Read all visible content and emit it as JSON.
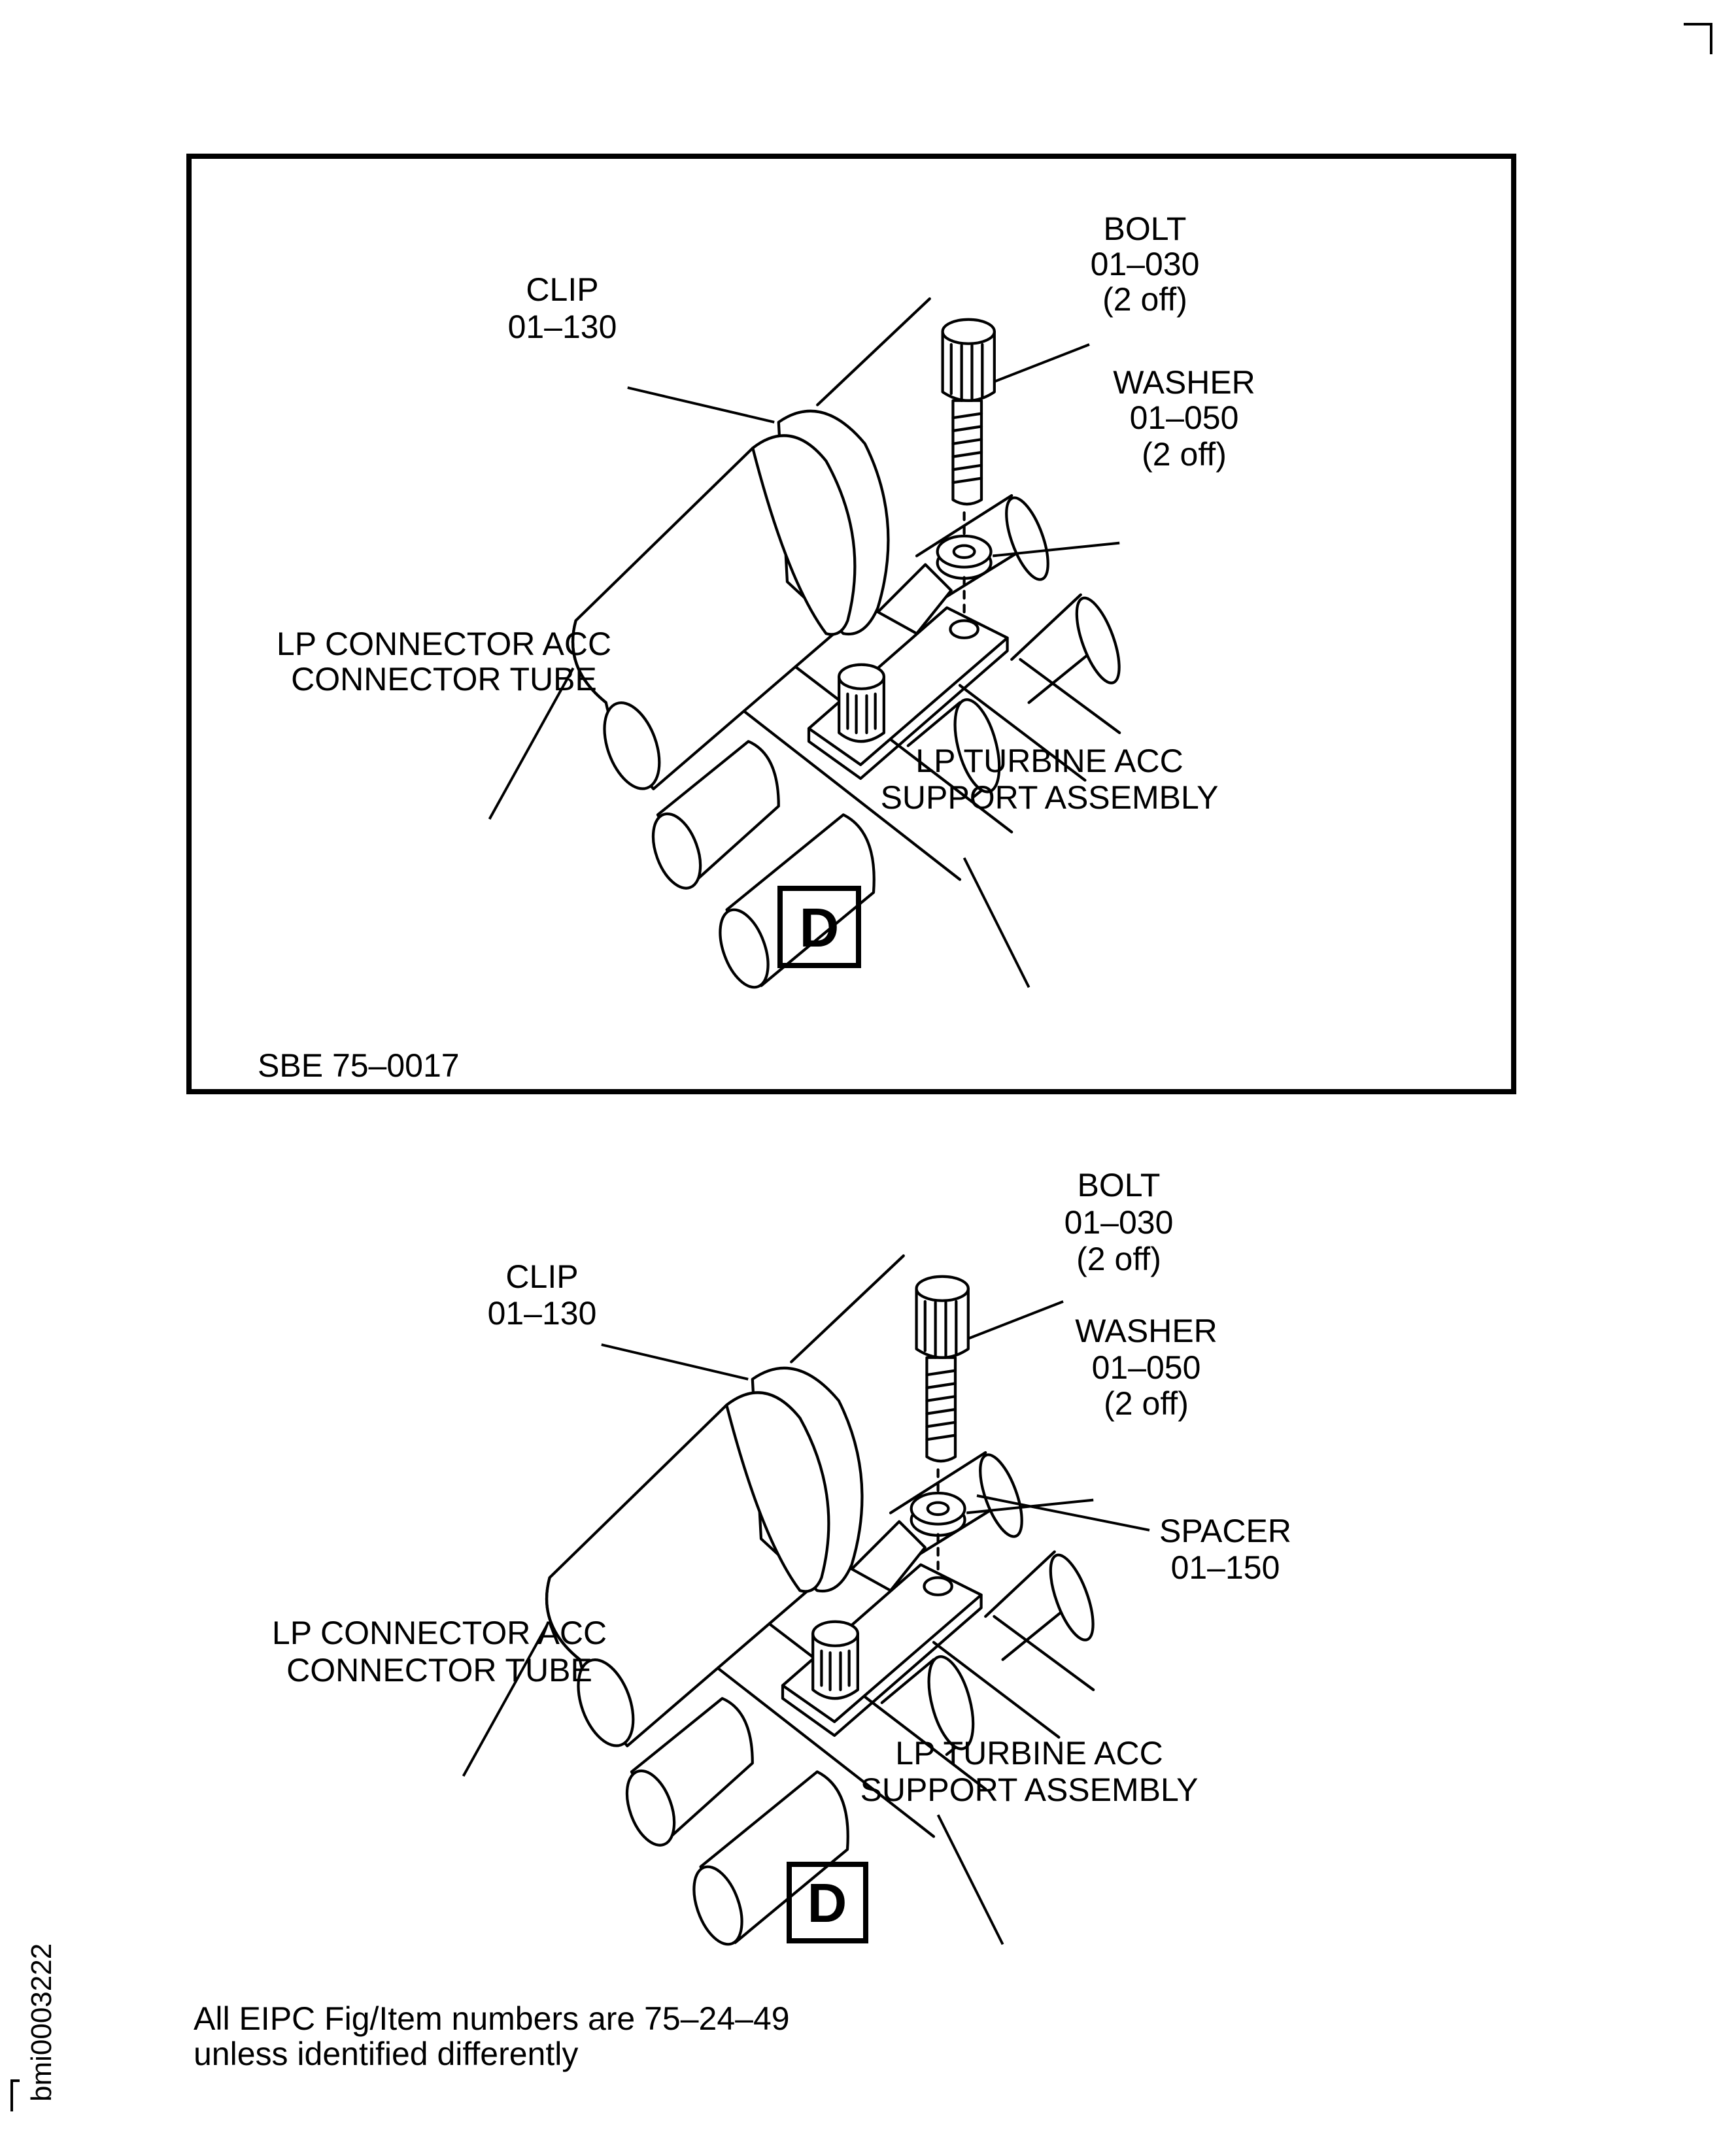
{
  "corner_mark": "crop-mark",
  "figure_top": {
    "bolt": {
      "name": "BOLT",
      "item": "01–030",
      "qty": "(2 off)"
    },
    "clip": {
      "name": "CLIP",
      "item": "01–130"
    },
    "washer": {
      "name": "WASHER",
      "item": "01–050",
      "qty": "(2 off)"
    },
    "connector": {
      "line1": "LP CONNECTOR ACC",
      "line2": "CONNECTOR TUBE"
    },
    "support": {
      "line1": "LP TURBINE ACC",
      "line2": "SUPPORT ASSEMBLY"
    },
    "view_letter": "D",
    "reference": "SBE 75–0017"
  },
  "figure_bottom": {
    "bolt": {
      "name": "BOLT",
      "item": "01–030",
      "qty": "(2 off)"
    },
    "clip": {
      "name": "CLIP",
      "item": "01–130"
    },
    "washer": {
      "name": "WASHER",
      "item": "01–050",
      "qty": "(2 off)"
    },
    "spacer": {
      "name": "SPACER",
      "item": "01–150"
    },
    "connector": {
      "line1": "LP CONNECTOR ACC",
      "line2": "CONNECTOR TUBE"
    },
    "support": {
      "line1": "LP TURBINE ACC",
      "line2": "SUPPORT ASSEMBLY"
    },
    "view_letter": "D"
  },
  "footnote": {
    "line1": "All EIPC Fig/Item numbers are 75–24–49",
    "line2": "unless identified differently"
  },
  "drawing_id": "bmi0003222"
}
